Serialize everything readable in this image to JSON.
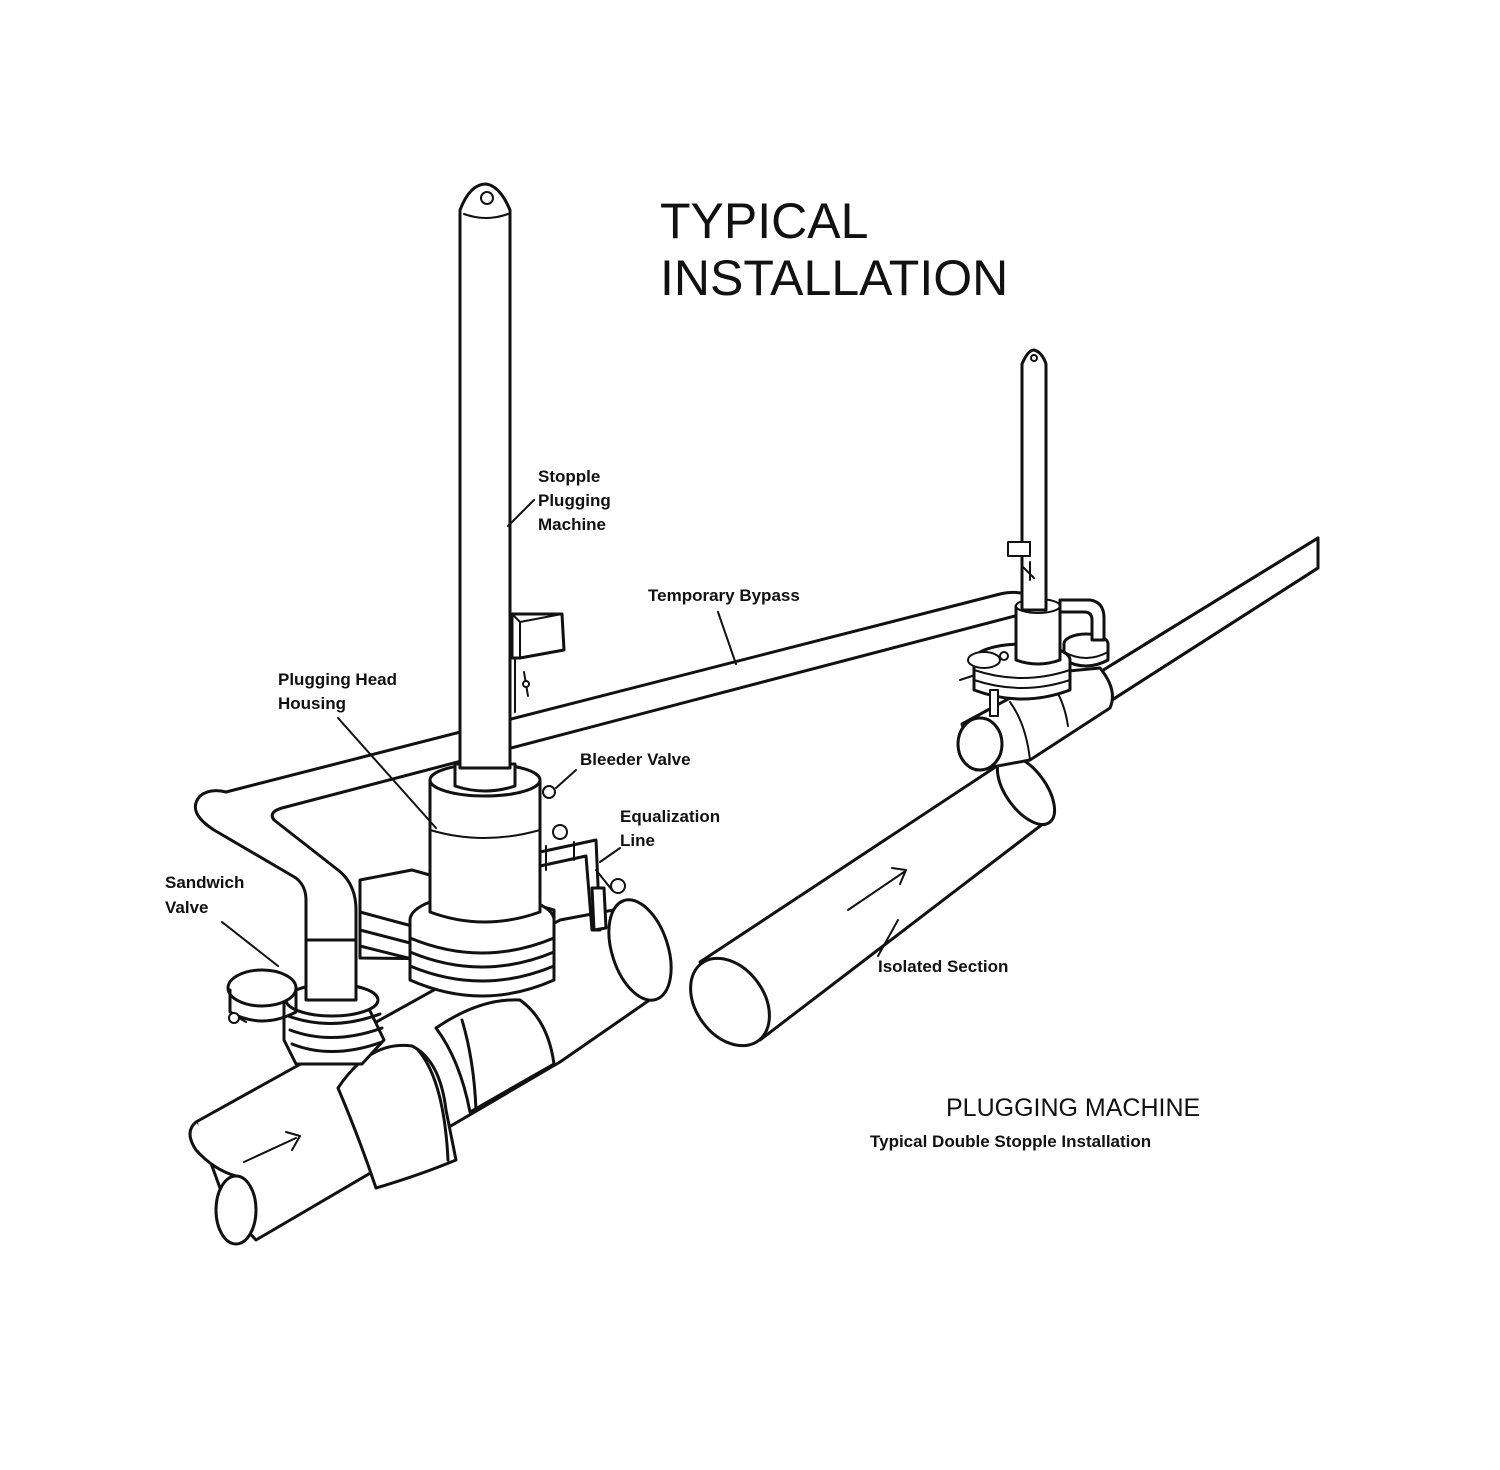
{
  "title": {
    "line1": "TYPICAL",
    "line2": "INSTALLATION"
  },
  "labels": {
    "stopple_line1": "Stopple",
    "stopple_line2": "Plugging",
    "stopple_line3": "Machine",
    "temporary_bypass": "Temporary Bypass",
    "plugging_head_line1": "Plugging Head",
    "plugging_head_line2": "Housing",
    "bleeder_valve": "Bleeder Valve",
    "equalization_line1": "Equalization",
    "equalization_line2": "Line",
    "sandwich_line1": "Sandwich",
    "sandwich_line2": "Valve",
    "isolated_section": "Isolated Section"
  },
  "caption": {
    "main": "PLUGGING MACHINE",
    "sub": "Typical Double Stopple Installation"
  }
}
